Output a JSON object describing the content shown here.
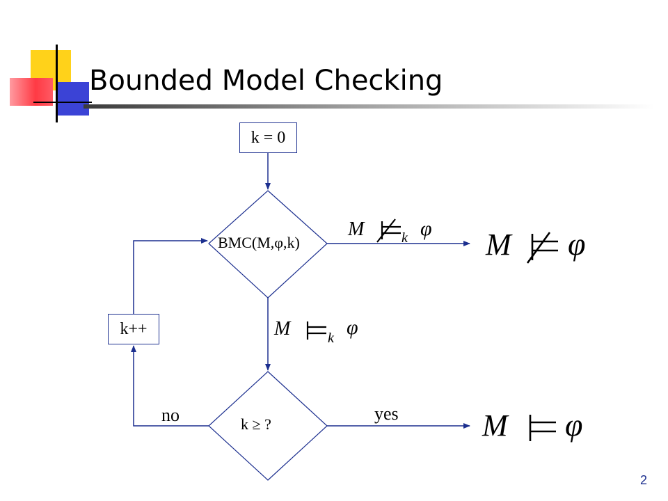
{
  "slide": {
    "title": "Bounded Model Checking",
    "page_number": "2"
  },
  "diagram": {
    "init_box": "k = 0",
    "increment_box": "k++",
    "bmc_decision": "BMC(M,φ,k)",
    "bound_decision": "k ≥ ?",
    "label_no": "no",
    "label_yes": "yes",
    "edge_not_models_k": {
      "m": "M",
      "sub": "k",
      "phi": "φ"
    },
    "edge_models_k": {
      "m": "M",
      "sub": "k",
      "phi": "φ"
    },
    "result_violated": {
      "m": "M",
      "phi": "φ"
    },
    "result_holds": {
      "m": "M",
      "phi": "φ"
    }
  },
  "colors": {
    "accent": "#1c2f8f",
    "logo_yellow": "#ffd21a",
    "logo_red": "#ff3a44",
    "logo_blue": "#3b43d6"
  }
}
